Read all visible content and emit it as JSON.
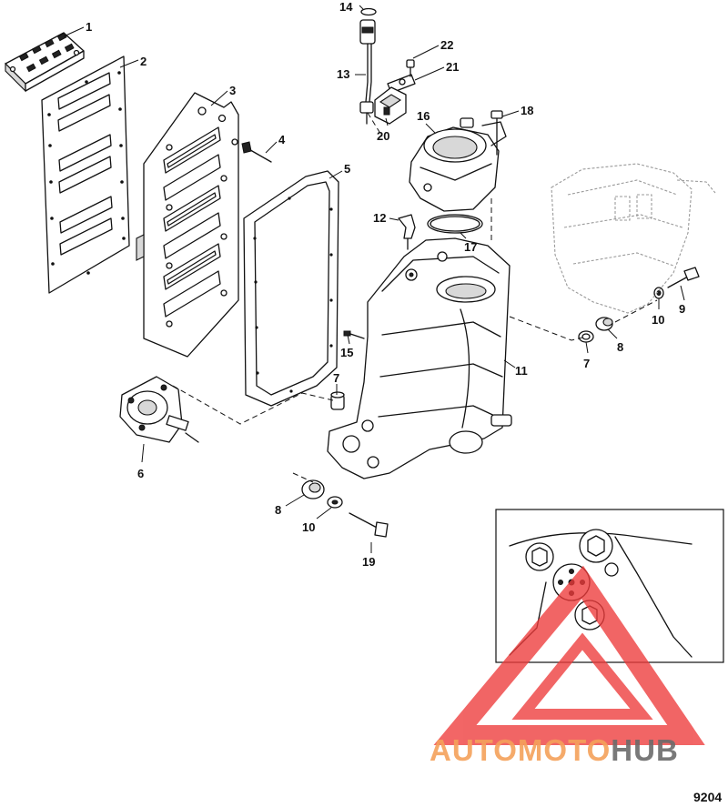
{
  "figure_number": "9204",
  "callouts": [
    "1",
    "2",
    "3",
    "4",
    "5",
    "6",
    "7",
    "7",
    "8",
    "8",
    "9",
    "10",
    "10",
    "11",
    "12",
    "13",
    "14",
    "15",
    "16",
    "17",
    "18",
    "19",
    "20",
    "21",
    "22"
  ],
  "watermark": {
    "text_a": "AUTO",
    "text_b": "MOTO",
    "text_c": "HUB",
    "color_primary": "#f5a15a",
    "color_secondary": "#6b6b6b",
    "logo_color": "#ee3b3b"
  }
}
